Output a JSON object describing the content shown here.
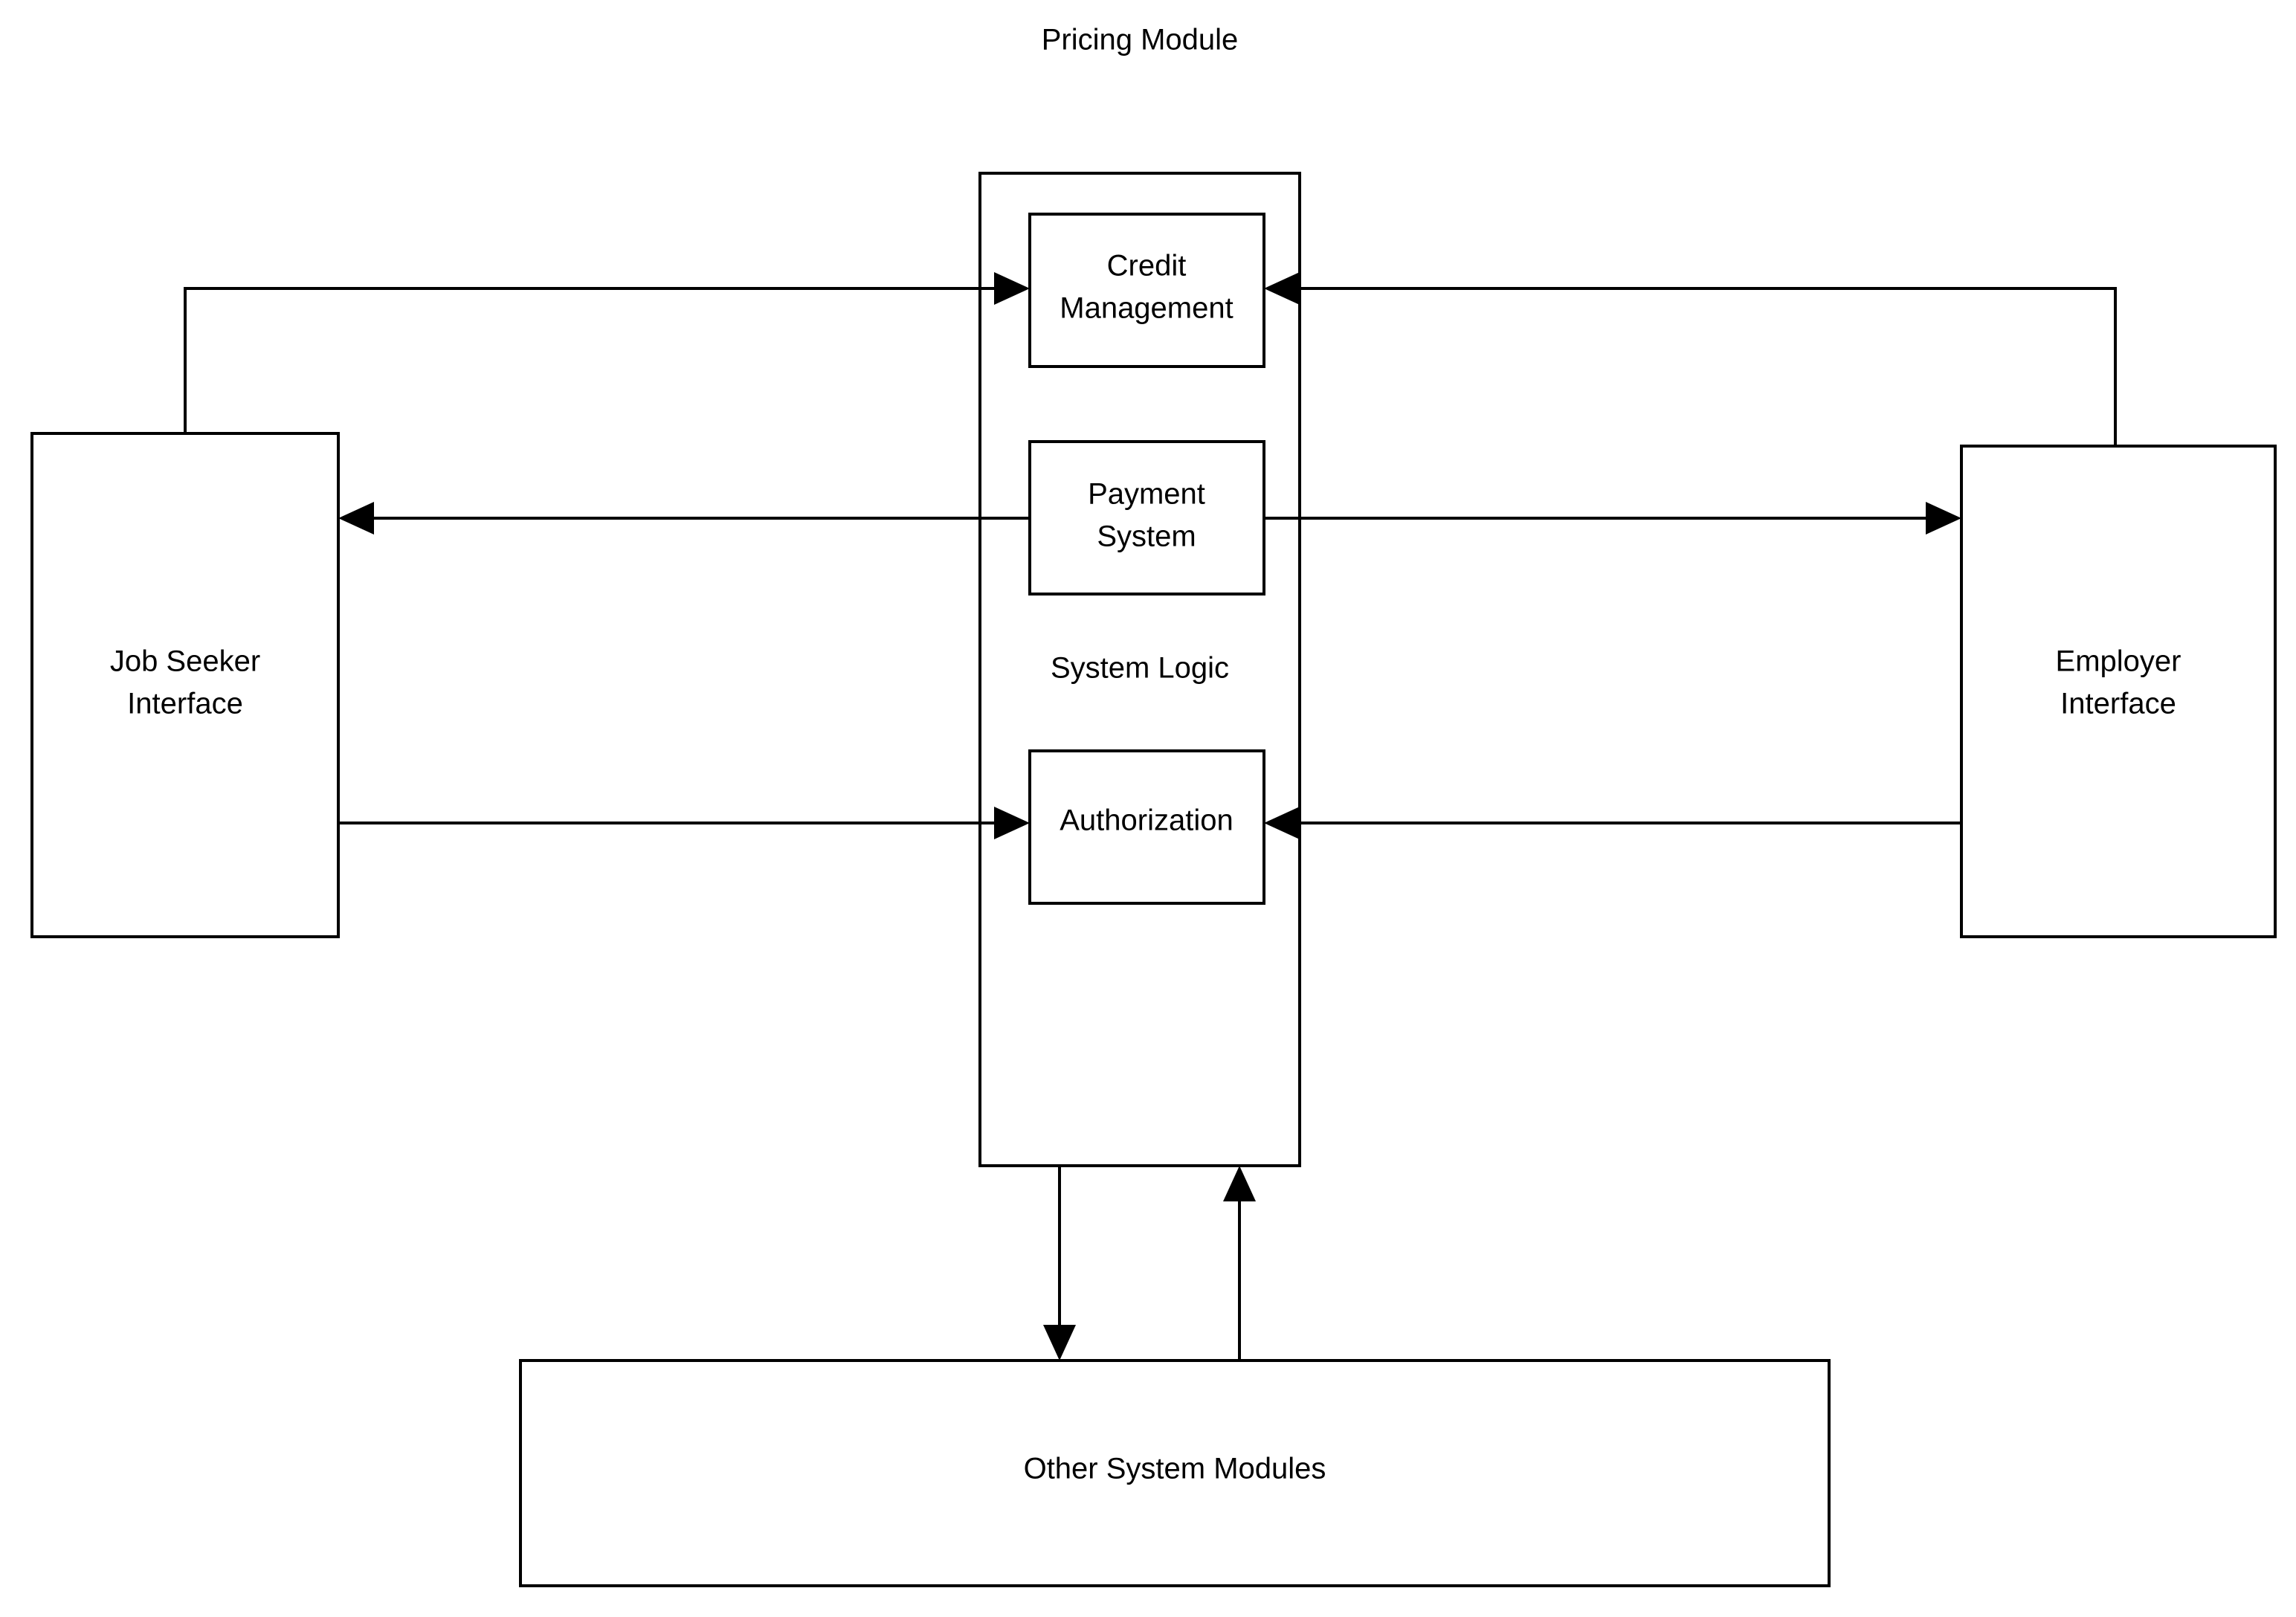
{
  "title": "Pricing Module",
  "container": {
    "group_label": "System Logic"
  },
  "nodes": {
    "credit_management": "Credit Management",
    "credit_management_line1": "Credit",
    "credit_management_line2": "Management",
    "payment_system": "Payment System",
    "payment_system_line1": "Payment",
    "payment_system_line2": "System",
    "authorization": "Authorization",
    "job_seeker_interface": "Job Seeker Interface",
    "job_seeker_line1": "Job Seeker",
    "job_seeker_line2": "Interface",
    "employer_interface": "Employer Interface",
    "employer_line1": "Employer",
    "employer_line2": "Interface",
    "other_system_modules": "Other System Modules"
  },
  "edges": [
    {
      "id": "jobseeker-to-credit",
      "from": "Job Seeker Interface",
      "to": "Credit Management",
      "direction": "in"
    },
    {
      "id": "employer-to-credit",
      "from": "Employer Interface",
      "to": "Credit Management",
      "direction": "in"
    },
    {
      "id": "payment-to-jobseeker",
      "from": "Payment System",
      "to": "Job Seeker Interface",
      "direction": "out"
    },
    {
      "id": "payment-to-employer",
      "from": "Payment System",
      "to": "Employer Interface",
      "direction": "out"
    },
    {
      "id": "jobseeker-to-authorization",
      "from": "Job Seeker Interface",
      "to": "Authorization",
      "direction": "in"
    },
    {
      "id": "employer-to-authorization",
      "from": "Employer Interface",
      "to": "Authorization",
      "direction": "in"
    },
    {
      "id": "systemlogic-to-other",
      "from": "System Logic",
      "to": "Other System Modules",
      "direction": "down"
    },
    {
      "id": "other-to-systemlogic",
      "from": "Other System Modules",
      "to": "System Logic",
      "direction": "up"
    }
  ],
  "colors": {
    "background": "#ffffff",
    "stroke": "#000000",
    "text": "#000000"
  }
}
